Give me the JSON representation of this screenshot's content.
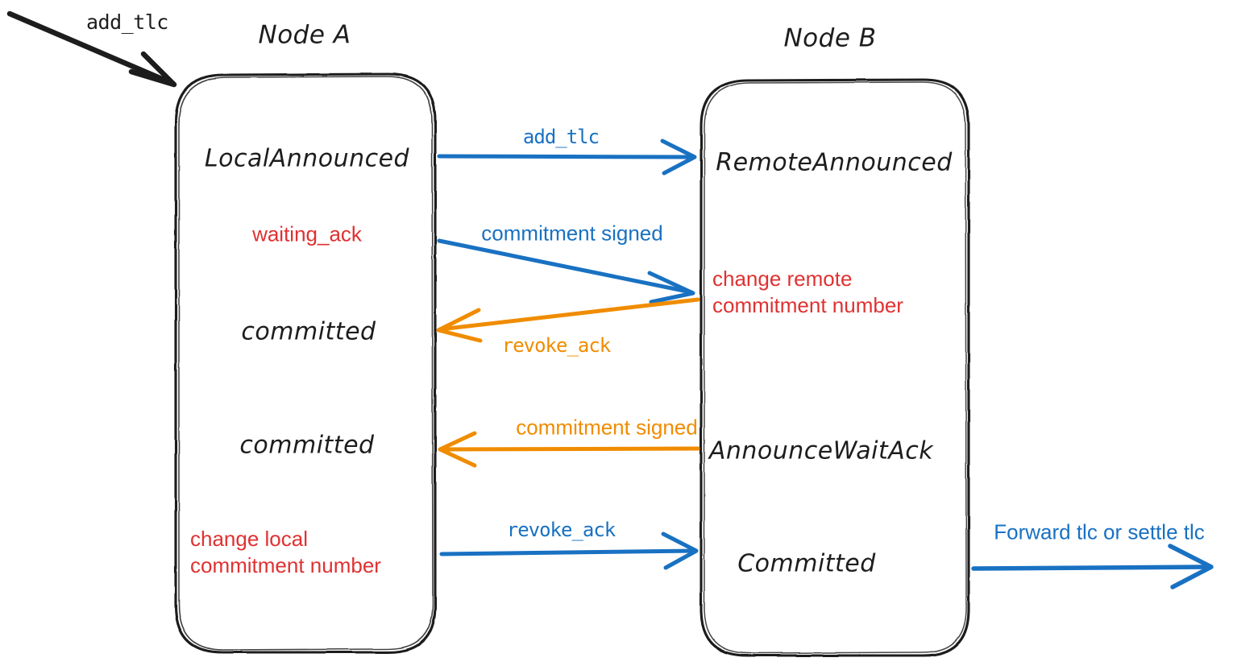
{
  "diagram": {
    "title_a": "Node A",
    "title_b": "Node B",
    "colors": {
      "blue": "#1971c2",
      "orange": "#f08c00",
      "red": "#e03131",
      "black": "#1d1d1d",
      "background": "#ffffff"
    }
  },
  "external": {
    "incoming_label": "add_tlc",
    "outgoing_label": "Forward tlc or settle tlc"
  },
  "node_a": {
    "title": "Node A",
    "states": [
      {
        "text": "LocalAnnounced",
        "style": "hand"
      },
      {
        "text": "waiting_ack",
        "style": "red"
      },
      {
        "text": "committed",
        "style": "hand"
      },
      {
        "text": "committed",
        "style": "hand"
      },
      {
        "text": "change local\ncommitment number",
        "style": "red"
      }
    ]
  },
  "node_b": {
    "title": "Node B",
    "states": [
      {
        "text": "RemoteAnnounced",
        "style": "hand"
      },
      {
        "text": "change remote\ncommitment number",
        "style": "red"
      },
      {
        "text": "AnnounceWaitAck",
        "style": "hand"
      },
      {
        "text": "Committed",
        "style": "hand"
      }
    ]
  },
  "messages": [
    {
      "label": "add_tlc",
      "color": "blue",
      "direction": "a-to-b"
    },
    {
      "label": "commitment signed",
      "color": "blue",
      "direction": "a-to-b"
    },
    {
      "label": "revoke_ack",
      "color": "orange",
      "direction": "b-to-a"
    },
    {
      "label": "commitment signed",
      "color": "orange",
      "direction": "b-to-a"
    },
    {
      "label": "revoke_ack",
      "color": "blue",
      "direction": "a-to-b"
    }
  ]
}
